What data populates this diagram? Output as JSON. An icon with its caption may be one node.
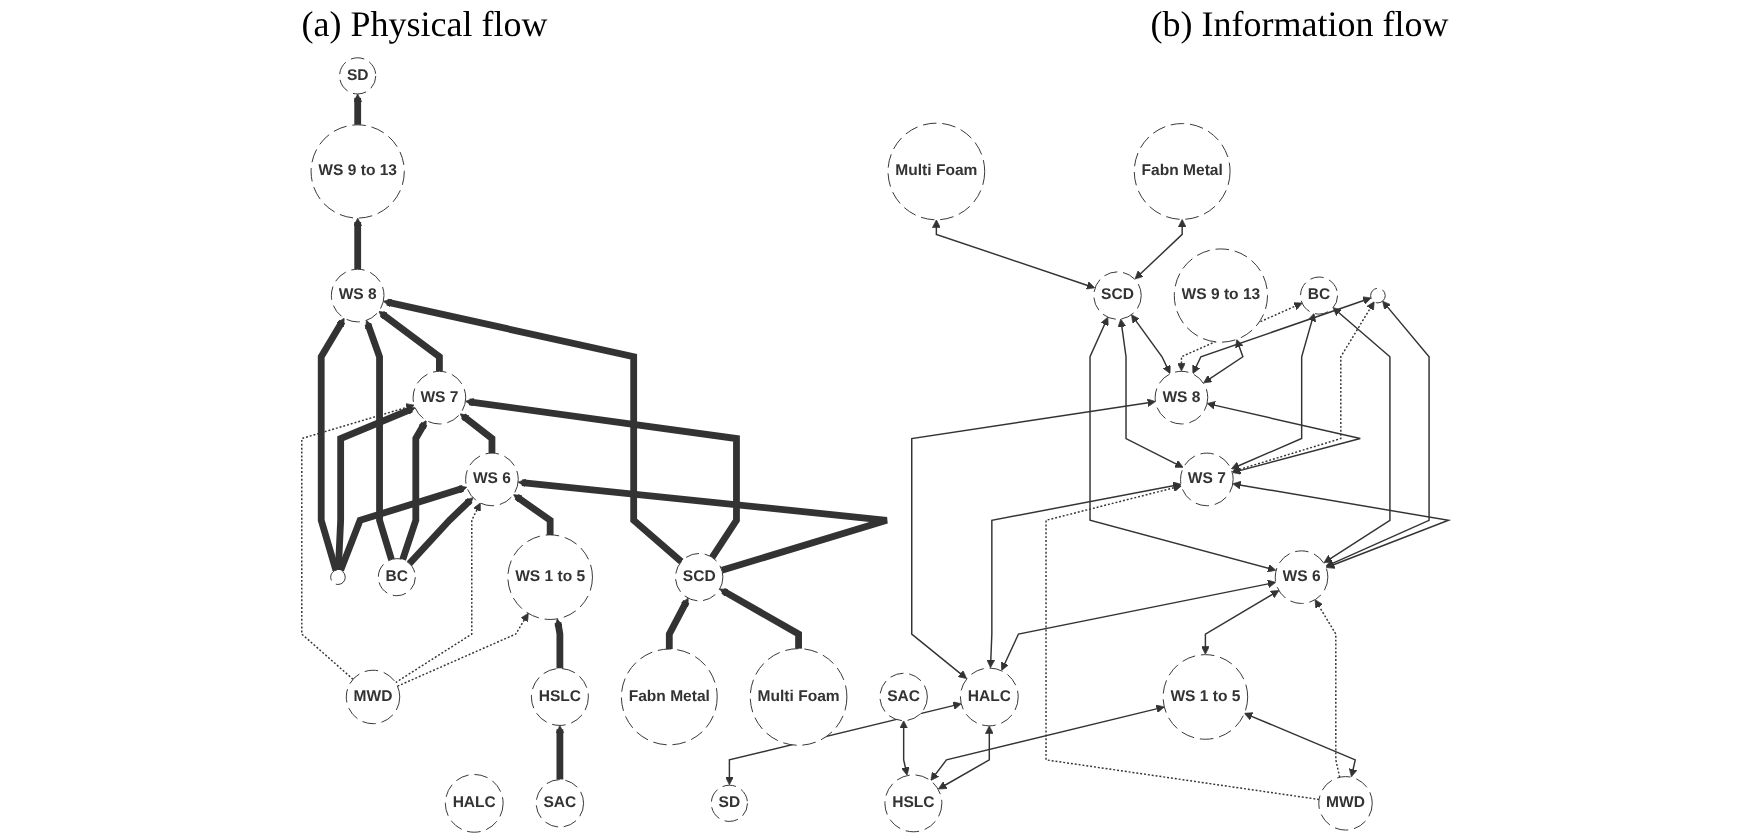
{
  "diagram": {
    "nodes": [
      {
        "text": [
          "SD"
        ]
      },
      {
        "text": [
          "MWD"
        ]
      },
      {
        "text": [
          "HALC"
        ]
      },
      {
        "text": [
          "HSLC"
        ]
      },
      {
        "text": [
          "WS 1 to 5"
        ]
      },
      {
        "text": [
          "WS 6"
        ]
      },
      {
        "text": [
          "WS 7"
        ]
      },
      {
        "text": [
          "WS 8"
        ]
      },
      {
        "text": [
          "WS 9 to 13"
        ]
      },
      {
        "text": [
          "SAC"
        ]
      },
      {
        "text": [],
        "shape": "circle"
      },
      {
        "text": [
          "BC"
        ]
      },
      {
        "text": [
          "SCD"
        ]
      },
      {
        "text": [
          "Fabn Metal"
        ]
      },
      {
        "text": [
          "Multi Foam"
        ]
      },
      {
        "text": [
          "SD"
        ]
      },
      {
        "text": [
          "HALC"
        ]
      },
      {
        "text": [
          "MWD"
        ]
      },
      {
        "text": [
          "HSLC"
        ]
      },
      {
        "text": [
          "WS 1 to 5"
        ]
      },
      {
        "text": [
          "WS 6"
        ]
      },
      {
        "text": [
          "WS 7"
        ]
      },
      {
        "text": [
          "WS 8"
        ]
      },
      {
        "text": [
          "WS 9 to 13"
        ]
      },
      {
        "text": [
          "SAC"
        ]
      },
      {
        "text": [],
        "shape": "circle"
      },
      {
        "text": [
          "BC"
        ]
      },
      {
        "text": [
          "SCD"
        ]
      },
      {
        "text": [
          "Fabn Metal"
        ]
      },
      {
        "text": [
          "Multi Foam"
        ]
      }
    ],
    "edges": [
      {
        "from": 9,
        "to": 3,
        "arrow": "to",
        "style": "thick"
      },
      {
        "from": 3,
        "to": 4,
        "arrow": "to",
        "style": "thick"
      },
      {
        "from": 4,
        "to": 5,
        "arrow": "to",
        "style": "thick"
      },
      {
        "from": 5,
        "to": 6,
        "arrow": "to",
        "style": "thick"
      },
      {
        "from": 6,
        "to": 7,
        "arrow": "to",
        "style": "thick"
      },
      {
        "from": 7,
        "to": 8,
        "arrow": "to",
        "style": "thick"
      },
      {
        "from": 8,
        "to": 0,
        "arrow": "to",
        "style": "thick"
      },
      {
        "from": 1,
        "to": 4,
        "arrow": "to",
        "style": "dashed"
      },
      {
        "from": 1,
        "to": 5,
        "arrow": "to",
        "style": "dashed"
      },
      {
        "from": 1,
        "to": 6,
        "arrow": "to",
        "style": "dashed"
      },
      {
        "from": 10,
        "to": 5,
        "arrow": "to",
        "style": "thick"
      },
      {
        "from": 10,
        "to": 6,
        "arrow": "to",
        "style": "thick"
      },
      {
        "from": 10,
        "to": 7,
        "arrow": "to",
        "style": "thick"
      },
      {
        "from": 11,
        "to": 5,
        "arrow": "to",
        "style": "thick"
      },
      {
        "from": 11,
        "to": 6,
        "arrow": "to",
        "style": "thick"
      },
      {
        "from": 11,
        "to": 7,
        "arrow": "to",
        "style": "thick"
      },
      {
        "from": 12,
        "to": 5,
        "arrow": "to",
        "style": "thick"
      },
      {
        "from": 12,
        "to": 6,
        "arrow": "to",
        "style": "thick"
      },
      {
        "from": 12,
        "to": 7,
        "arrow": "to",
        "style": "thick"
      },
      {
        "from": 13,
        "to": 12,
        "arrow": "to",
        "style": "thick"
      },
      {
        "from": 14,
        "to": 12,
        "arrow": "to",
        "style": "thick"
      },
      {
        "from": 15,
        "to": 16,
        "arrow": "both"
      },
      {
        "from": 18,
        "to": 16,
        "arrow": "both"
      },
      {
        "from": 17,
        "to": 19,
        "arrow": "both"
      },
      {
        "from": 18,
        "to": 19,
        "arrow": "both"
      },
      {
        "from": 19,
        "to": 20,
        "arrow": "both"
      },
      {
        "from": 20,
        "to": 21,
        "arrow": "both"
      },
      {
        "from": 21,
        "to": 22,
        "arrow": "both"
      },
      {
        "from": 22,
        "to": 23,
        "arrow": "both"
      },
      {
        "from": 18,
        "to": 24,
        "arrow": "both"
      },
      {
        "from": 16,
        "to": 20,
        "arrow": "both"
      },
      {
        "from": 16,
        "to": 21,
        "arrow": "both"
      },
      {
        "from": 16,
        "to": 22,
        "arrow": "both"
      },
      {
        "from": 17,
        "to": 20,
        "arrow": "to",
        "style": "dashed"
      },
      {
        "from": 17,
        "to": 21,
        "arrow": "to",
        "style": "dashed"
      },
      {
        "from": 20,
        "to": 25,
        "arrow": "both"
      },
      {
        "from": 20,
        "to": 26,
        "arrow": "both"
      },
      {
        "from": 20,
        "to": 27,
        "arrow": "both"
      },
      {
        "from": 21,
        "to": 25,
        "arrow": "both",
        "style": "dashed"
      },
      {
        "from": 21,
        "to": 26,
        "arrow": "both"
      },
      {
        "from": 21,
        "to": 27,
        "arrow": "both"
      },
      {
        "from": 22,
        "to": 25,
        "arrow": "both"
      },
      {
        "from": 22,
        "to": 26,
        "arrow": "both",
        "style": "dashed"
      },
      {
        "from": 22,
        "to": 27,
        "arrow": "both"
      },
      {
        "from": 27,
        "to": 28,
        "arrow": "both"
      },
      {
        "from": 27,
        "to": 29,
        "arrow": "both"
      }
    ],
    "labels": [
      "(a) Physical flow",
      "(b) Information flow"
    ]
  }
}
